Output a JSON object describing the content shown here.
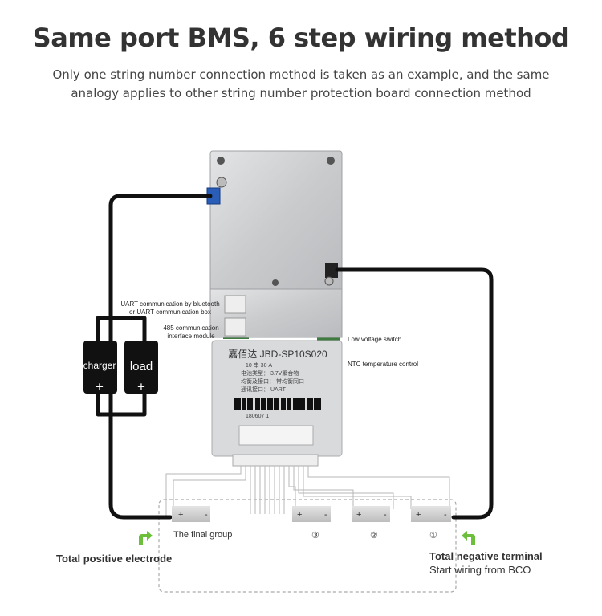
{
  "header": {
    "title": "Same port BMS, 6 step wiring method",
    "subtitle_line1": "Only one string number connection method is taken as an example, and the same",
    "subtitle_line2": "analogy applies to other string number protection board connection method"
  },
  "board": {
    "brand": "嘉佰达",
    "model": "JBD-SP10S020",
    "line_strings": "10  串  30     A",
    "line_battery_type": "电池类型：  3.7V聚合物",
    "line_balance_port": "均衡及接口：  带均衡同口",
    "line_comm_port": "通讯接口：    UART",
    "serial": "180607    1"
  },
  "callouts": {
    "uart": "UART communication by bluetooth or UART communication box",
    "rs485": "485 communication interface module",
    "low_voltage": "Low voltage switch",
    "ntc": "NTC temperature control"
  },
  "devices": {
    "charger": "charger",
    "load": "load",
    "plus": "+"
  },
  "cells": {
    "final_group": "The final group",
    "cell3": "③",
    "cell2": "②",
    "cell1": "①",
    "plus": "+",
    "minus": "-"
  },
  "terminals": {
    "positive": "Total positive electrode",
    "negative": "Total negative terminal",
    "negative_note": "Start wiring from BCO"
  },
  "colors": {
    "wire": "#111111",
    "board": "#cfd1d3",
    "pcb_green": "#3f7a3f",
    "arrow_green": "#6cbf3a",
    "cell": "#d6d6d6"
  }
}
